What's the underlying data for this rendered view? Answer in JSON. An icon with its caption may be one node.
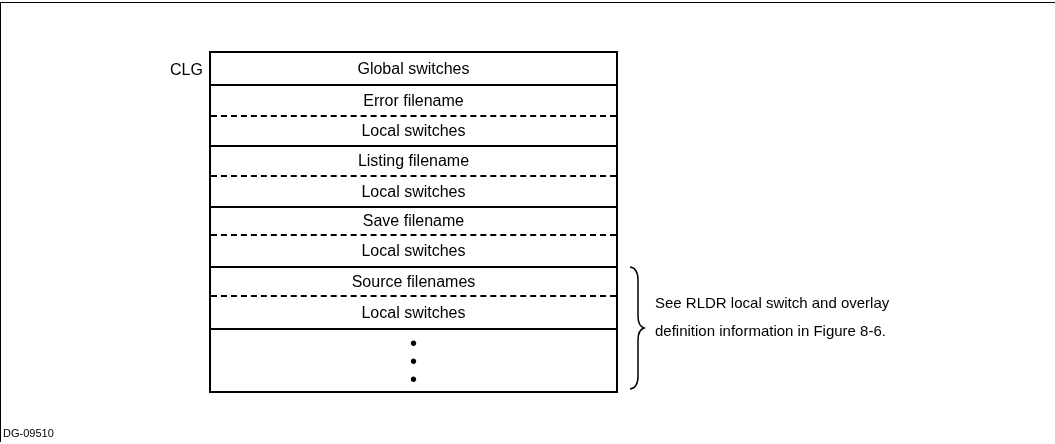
{
  "diagram": {
    "nodes": [
      {
        "text": [
          "Global switches"
        ]
      },
      {
        "text": [
          "Error filename"
        ]
      },
      {
        "text": [
          "Local switches"
        ]
      },
      {
        "text": [
          "Listing filename"
        ]
      },
      {
        "text": [
          "Local switches"
        ]
      },
      {
        "text": [
          "Save filename"
        ]
      },
      {
        "text": [
          "Local switches"
        ]
      },
      {
        "text": [
          "Source filenames"
        ]
      },
      {
        "text": [
          "Local switches"
        ]
      },
      {
        "text": [
          "• • •"
        ]
      }
    ],
    "labels": [
      "CLG",
      "See RLDR local switch and overlay definition information in Figure 8-6.",
      "DG-09510"
    ]
  }
}
